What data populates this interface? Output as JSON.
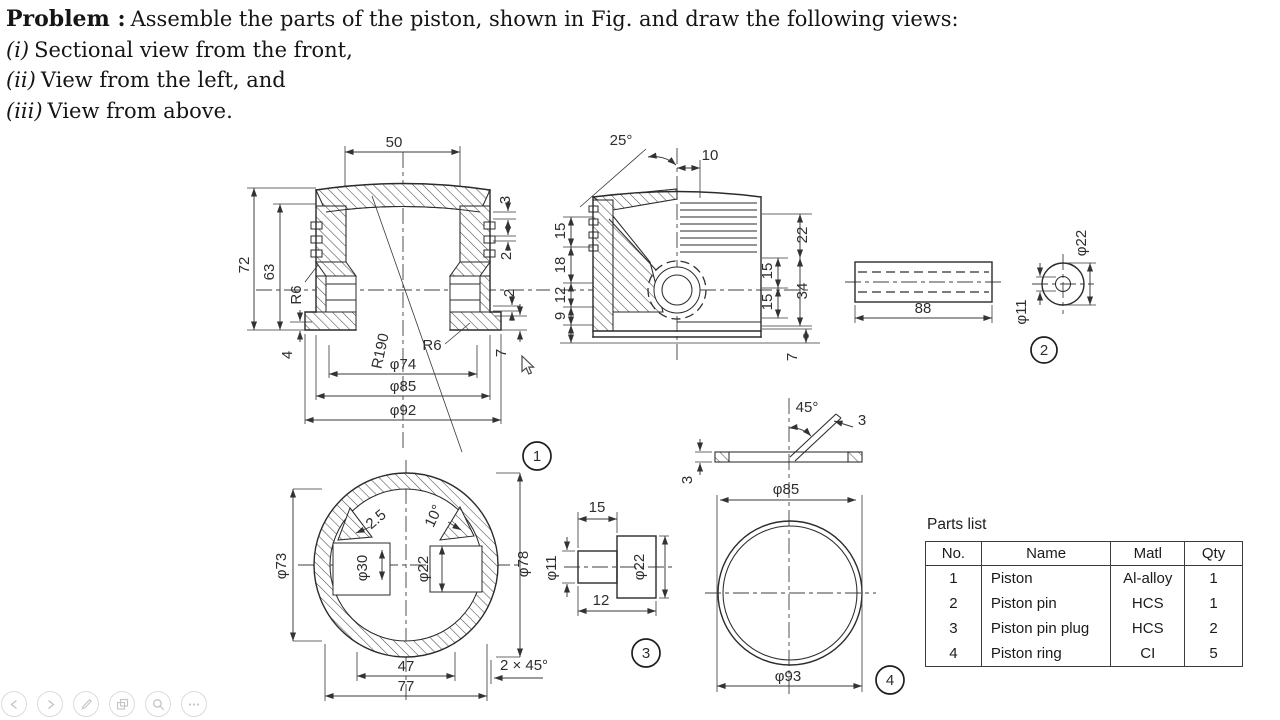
{
  "header": {
    "title_bold": "Problem :",
    "title_text": "Assemble the parts of the piston, shown in Fig. and draw the following views:",
    "items": [
      {
        "marker": "(i)",
        "text": "Sectional view from the front,"
      },
      {
        "marker": "(ii)",
        "text": "View from the left, and"
      },
      {
        "marker": "(iii)",
        "text": "View from above."
      }
    ]
  },
  "front_view": {
    "balloon": "1",
    "dim_50": "50",
    "dim_72": "72",
    "dim_63": "63",
    "r6_upper": "R6",
    "dim_4": "4",
    "r190": "R190",
    "r6_lower": "R6",
    "d74": "φ74",
    "d85": "φ85",
    "d92": "φ92",
    "dim_3": "3",
    "dim_2_top": "2",
    "dim_2_bot": "2",
    "dim_7": "7"
  },
  "left_view": {
    "dim_25deg": "25°",
    "dim_10": "10",
    "dim_15l": "15",
    "dim_18": "18",
    "dim_12": "12",
    "dim_9": "9",
    "dim_22": "22",
    "dim_15a": "15",
    "dim_15b": "15",
    "dim_34": "34",
    "dim_7": "7"
  },
  "pin_view": {
    "balloon": "2",
    "dim_88": "88",
    "d22": "φ22",
    "d11": "φ11"
  },
  "top_view": {
    "d73": "φ73",
    "d78": "φ78",
    "d30": "φ30",
    "d22": "φ22",
    "t25": "2.5",
    "a10": "10°",
    "dim_47": "47",
    "dim_77": "77",
    "chamfer": "2 × 45°"
  },
  "plug_view": {
    "balloon": "3",
    "dim_15": "15",
    "dim_12": "12",
    "d22": "φ22",
    "d11": "φ11"
  },
  "ring_view": {
    "balloon": "4",
    "a45": "45°",
    "t3_right": "3",
    "t3_left": "3",
    "d85": "φ85",
    "d93": "φ93"
  },
  "parts_list": {
    "title": "Parts list",
    "headers": [
      "No.",
      "Name",
      "Matl",
      "Qty"
    ],
    "rows": [
      {
        "no": "1",
        "name": "Piston",
        "matl": "Al-alloy",
        "qty": "1"
      },
      {
        "no": "2",
        "name": "Piston pin",
        "matl": "HCS",
        "qty": "1"
      },
      {
        "no": "3",
        "name": "Piston pin plug",
        "matl": "HCS",
        "qty": "2"
      },
      {
        "no": "4",
        "name": "Piston ring",
        "matl": "CI",
        "qty": "5"
      }
    ]
  },
  "toolbar": {
    "buttons": [
      {
        "icon": "previous"
      },
      {
        "icon": "next"
      },
      {
        "icon": "pen"
      },
      {
        "icon": "slides"
      },
      {
        "icon": "magnifier"
      },
      {
        "icon": "more"
      }
    ]
  }
}
